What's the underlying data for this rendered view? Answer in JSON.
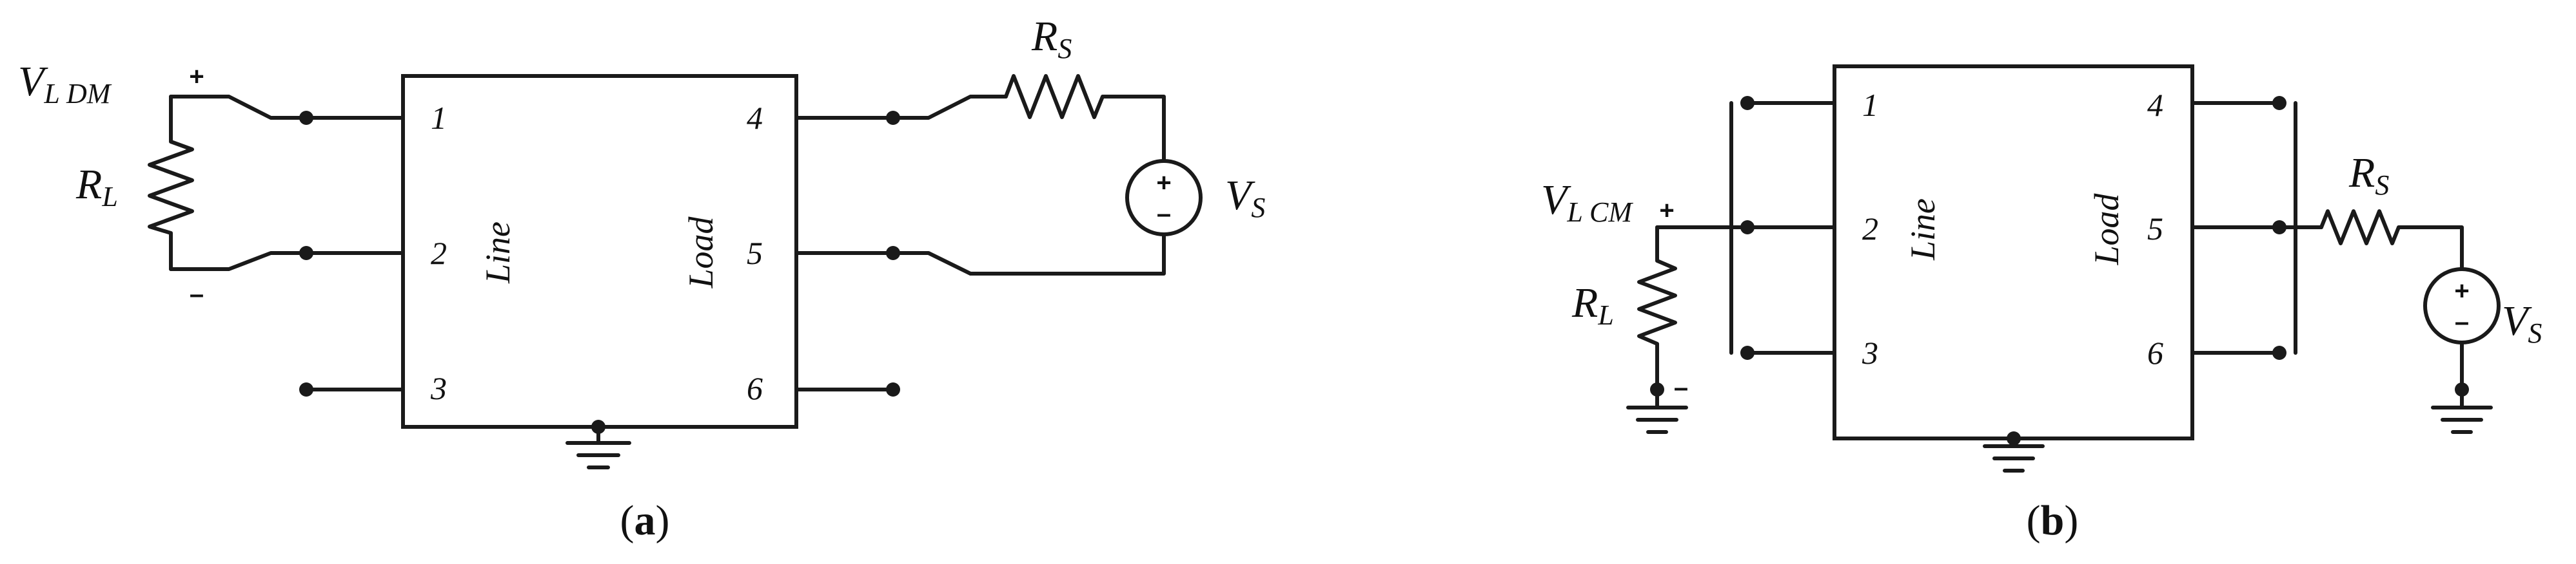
{
  "panel_a": {
    "caption": "a",
    "load_label": "V",
    "load_label_sub": "L DM",
    "load_resistor": "R",
    "load_resistor_sub": "L",
    "source_resistor": "R",
    "source_resistor_sub": "S",
    "source": "V",
    "source_sub": "S",
    "plus": "+",
    "minus": "–",
    "ports": [
      "1",
      "2",
      "3",
      "4",
      "5",
      "6"
    ],
    "side_left": "Line",
    "side_right": "Load"
  },
  "panel_b": {
    "caption": "b",
    "load_label": "V",
    "load_label_sub": "L CM",
    "load_resistor": "R",
    "load_resistor_sub": "L",
    "source_resistor": "R",
    "source_resistor_sub": "S",
    "source": "V",
    "source_sub": "S",
    "plus": "+",
    "minus": "–",
    "ports": [
      "1",
      "2",
      "3",
      "4",
      "5",
      "6"
    ],
    "side_left": "Line",
    "side_right": "Load"
  }
}
